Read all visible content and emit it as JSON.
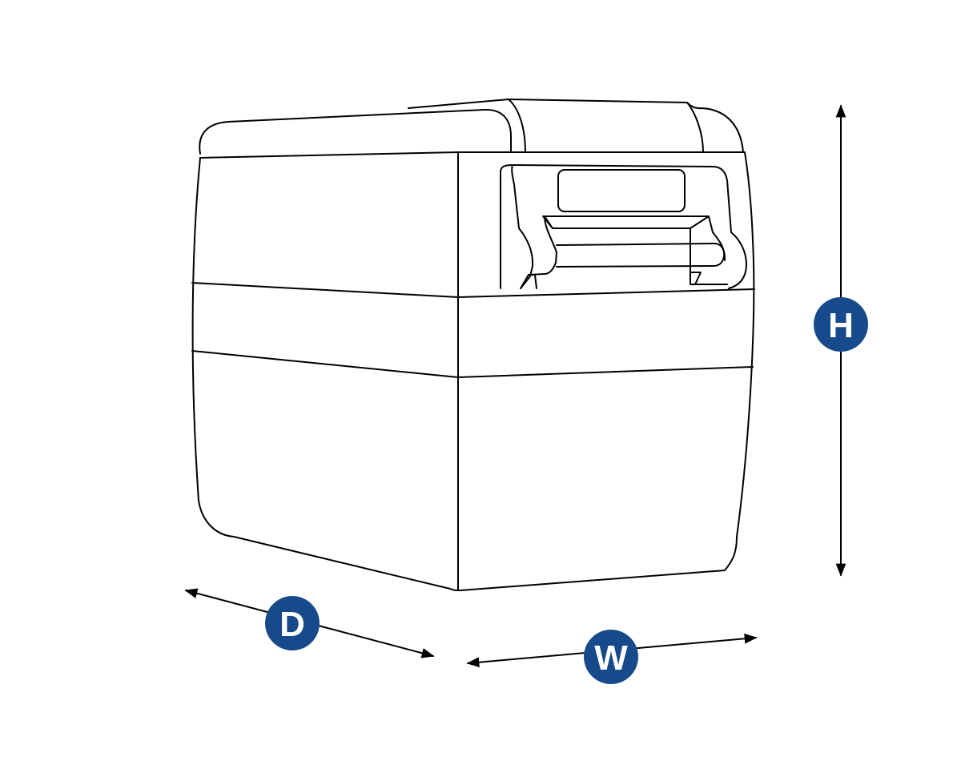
{
  "colors": {
    "badge": "#174a8b",
    "line": "#000000"
  },
  "dimensions": {
    "height_label": "H",
    "width_label": "W",
    "depth_label": "D"
  }
}
